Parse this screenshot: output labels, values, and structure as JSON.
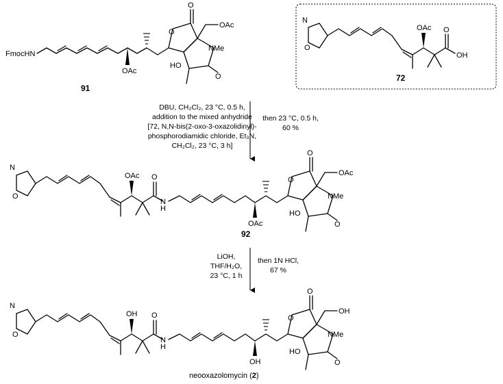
{
  "compounds": {
    "start": "91",
    "acid": "72",
    "intermediate": "92",
    "product_name": "neooxazolomycin",
    "product_number": "2"
  },
  "atoms": {
    "fmoc_hn": "FmocHN",
    "oac": "OAc",
    "ho": "HO",
    "oh": "OH",
    "nme": "NMe",
    "me": "Me",
    "o": "O",
    "n": "N",
    "h": "H",
    "ch2oh": "OH"
  },
  "step1": {
    "left_lines": [
      "DBU, CH₂Cl₂, 23 °C, 0.5 h,",
      "addition to the mixed anhydride",
      "[72, N,N-bis(2-oxo-3-oxazolidinyl)-",
      "phosphorodiamidic chloride, Et₃N,",
      "CH₂Cl₂, 23 °C, 3 h]"
    ],
    "right_lines": [
      "then 23 °C, 0.5 h,",
      "60 %"
    ]
  },
  "step2": {
    "left_lines": [
      "LiOH,",
      "THF/H₂O,",
      "23 °C, 1 h"
    ],
    "right_lines": [
      "then 1N HCl,",
      "67 %"
    ]
  }
}
